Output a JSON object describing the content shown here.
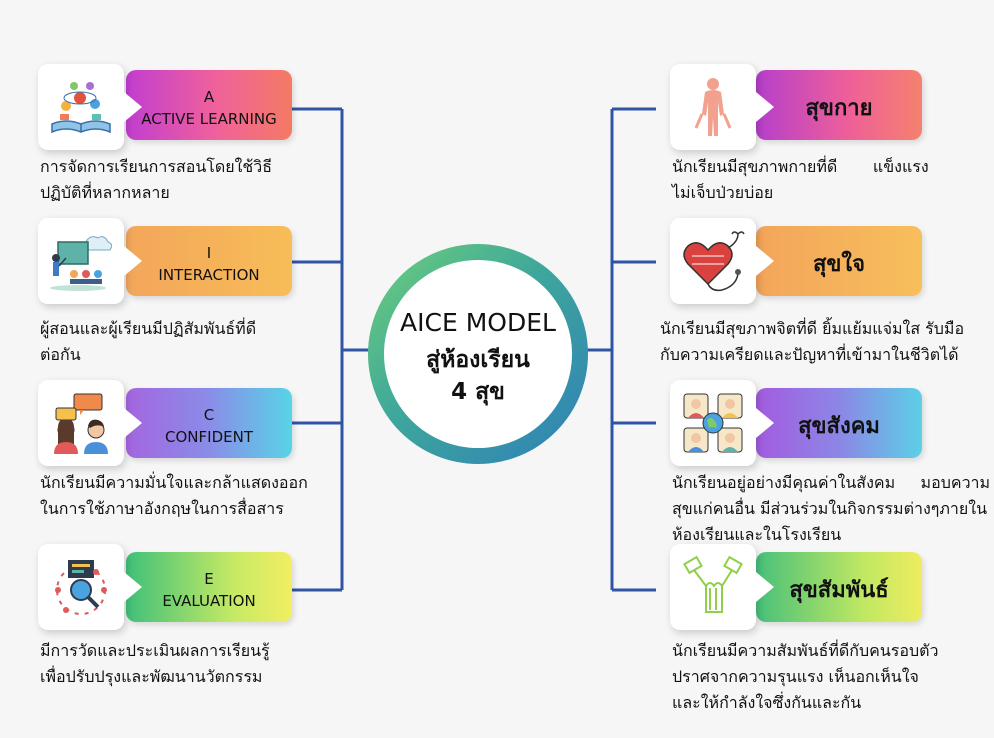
{
  "center": {
    "title": "AICE MODEL",
    "line2": "สู่ห้องเรียน",
    "line3": "4  สุข"
  },
  "left_items": [
    {
      "letter": "A",
      "title": "ACTIVE LEARNING",
      "icon": "book-learning-icon",
      "desc_lines": [
        "การจัดการเรียนการสอนโดยใช้วิธี",
        "ปฏิบัติที่หลากหลาย"
      ]
    },
    {
      "letter": "I",
      "title": "INTERACTION",
      "icon": "teacher-presentation-icon",
      "desc_lines": [
        "ผู้สอนและผู้เรียนมีปฏิสัมพันธ์ที่ดี",
        "ต่อกัน"
      ]
    },
    {
      "letter": "C",
      "title": "CONFIDENT",
      "icon": "conversation-icon",
      "desc_lines": [
        "นักเรียนมีความมั่นใจและกล้าแสดงออก",
        "ในการใช้ภาษาอังกฤษในการสื่อสาร"
      ]
    },
    {
      "letter": "E",
      "title": "EVALUATION",
      "icon": "evaluation-icon",
      "desc_lines": [
        "มีการวัดและประเมินผลการเรียนรู้",
        "เพื่อปรับปรุงและพัฒนานวัตกรรม"
      ]
    }
  ],
  "right_items": [
    {
      "title": "สุขกาย",
      "icon": "human-body-icon",
      "desc_lines": [
        "นักเรียนมีสุขภาพกายที่ดี       แข็งแรง",
        "ไม่เจ็บป่วยบ่อย"
      ]
    },
    {
      "title": "สุขใจ",
      "icon": "heart-stethoscope-icon",
      "desc_lines": [
        "นักเรียนมีสุขภาพจิตที่ดี ยิ้มแย้มแจ่มใส รับมือ",
        "กับความเครียดและปัญหาที่เข้ามาในชีวิตได้"
      ]
    },
    {
      "title": "สุขสังคม",
      "icon": "community-globe-icon",
      "desc_lines": [
        "นักเรียนอยู่อย่างมีคุณค่าในสังคม     มอบความ",
        "สุขแก่คนอื่น มีส่วนร่วมในกิจกรรมต่างๆภายใน",
        "ห้องเรียนและในโรงเรียน"
      ]
    },
    {
      "title": "สุขสัมพันธ์",
      "icon": "joined-hands-icon",
      "desc_lines": [
        "นักเรียนมีความสัมพันธ์ที่ดีกับคนรอบตัว",
        "ปราศจากความรุนแรง เห็นอกเห็นใจ",
        "และให้กำลังใจซึ่งกันและกัน"
      ]
    }
  ],
  "colors": {
    "connector": "#2f54a5",
    "background": "#f6f6f7"
  }
}
